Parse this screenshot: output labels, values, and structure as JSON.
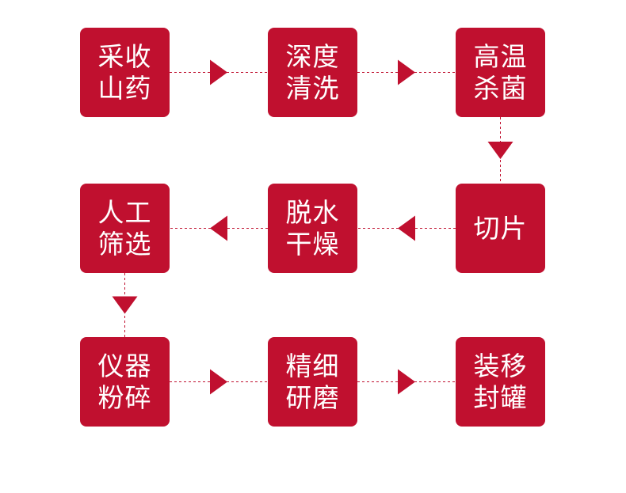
{
  "colors": {
    "box_fill": "#c0102f",
    "box_text": "#ffffff",
    "connector": "#c0102f",
    "background": "#ffffff"
  },
  "steps": [
    {
      "id": "step-1",
      "label": "采收\n山药"
    },
    {
      "id": "step-2",
      "label": "深度\n清洗"
    },
    {
      "id": "step-3",
      "label": "高温\n杀菌"
    },
    {
      "id": "step-4",
      "label": "切片"
    },
    {
      "id": "step-5",
      "label": "脱水\n干燥"
    },
    {
      "id": "step-6",
      "label": "人工\n筛选"
    },
    {
      "id": "step-7",
      "label": "仪器\n粉碎"
    },
    {
      "id": "step-8",
      "label": "精细\n研磨"
    },
    {
      "id": "step-9",
      "label": "装移\n封罐"
    }
  ],
  "flow": [
    {
      "from": "step-1",
      "to": "step-2",
      "direction": "right"
    },
    {
      "from": "step-2",
      "to": "step-3",
      "direction": "right"
    },
    {
      "from": "step-3",
      "to": "step-4",
      "direction": "down"
    },
    {
      "from": "step-4",
      "to": "step-5",
      "direction": "left"
    },
    {
      "from": "step-5",
      "to": "step-6",
      "direction": "left"
    },
    {
      "from": "step-6",
      "to": "step-7",
      "direction": "down"
    },
    {
      "from": "step-7",
      "to": "step-8",
      "direction": "right"
    },
    {
      "from": "step-8",
      "to": "step-9",
      "direction": "right"
    }
  ]
}
